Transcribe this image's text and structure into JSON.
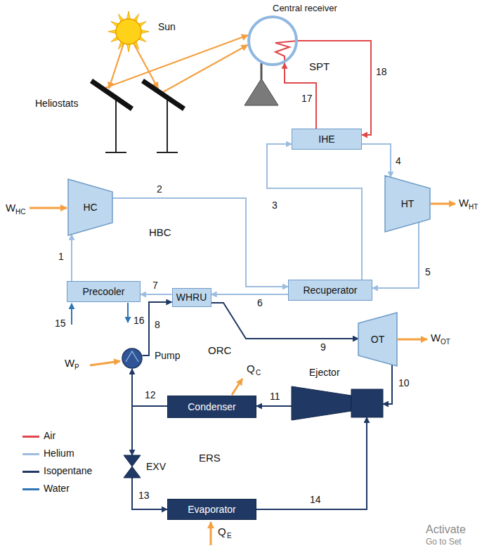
{
  "diagram": {
    "nodes": [
      {
        "text": [
          "Sun"
        ]
      },
      {
        "text": [
          "Central receiver"
        ]
      },
      {
        "text": [
          "Heliostats"
        ]
      },
      {
        "text": [
          "IHE"
        ]
      },
      {
        "text": [
          "HC"
        ]
      },
      {
        "text": [
          "HT"
        ]
      },
      {
        "text": [
          "Recuperator"
        ]
      },
      {
        "text": [
          "Precooler"
        ]
      },
      {
        "text": [
          "WHRU"
        ]
      },
      {
        "text": [
          "Pump"
        ]
      },
      {
        "text": [
          "OT"
        ]
      },
      {
        "text": [
          "Condenser"
        ]
      },
      {
        "text": [
          "Ejector"
        ]
      },
      {
        "text": [
          "EXV"
        ]
      },
      {
        "text": [
          "Evaporator"
        ]
      }
    ],
    "edges": [
      {
        "from": 0,
        "to": 2,
        "arrow": "to"
      },
      {
        "from": 0,
        "to": 2,
        "arrow": "to"
      },
      {
        "from": 2,
        "to": 1,
        "arrow": "to"
      },
      {
        "from": 2,
        "to": 1,
        "arrow": "to"
      },
      {
        "from": 3,
        "to": 1,
        "label": "17",
        "arrow": "to"
      },
      {
        "from": 1,
        "to": 3,
        "label": "18",
        "arrow": "to"
      },
      {
        "from": 7,
        "to": 4,
        "label": "1",
        "arrow": "to"
      },
      {
        "from": 4,
        "to": 6,
        "label": "2",
        "arrow": "to"
      },
      {
        "from": 6,
        "to": 3,
        "label": "3",
        "arrow": "to"
      },
      {
        "from": 3,
        "to": 5,
        "label": "4",
        "arrow": "to"
      },
      {
        "from": 5,
        "to": 6,
        "label": "5",
        "arrow": "to"
      },
      {
        "from": 6,
        "to": 8,
        "label": "6",
        "arrow": "to"
      },
      {
        "from": 8,
        "to": 7,
        "label": "7",
        "arrow": "to"
      },
      {
        "from": 9,
        "to": 8,
        "label": "8",
        "arrow": "to"
      },
      {
        "from": 8,
        "to": 10,
        "label": "9",
        "arrow": "to"
      },
      {
        "from": 10,
        "to": 12,
        "label": "10",
        "arrow": "to"
      },
      {
        "from": 12,
        "to": 11,
        "label": "11",
        "arrow": "to"
      },
      {
        "from": 11,
        "to": 9,
        "label": "12",
        "arrow": "to"
      },
      {
        "from": 11,
        "to": 13,
        "arrow": "to"
      },
      {
        "from": 13,
        "to": 14,
        "label": "13",
        "arrow": "to"
      },
      {
        "from": 14,
        "to": 12,
        "label": "14",
        "arrow": "to"
      }
    ],
    "labels": [
      "SPT",
      "HBC",
      "ORC",
      "ERS",
      "15",
      "16",
      "W",
      "HC",
      "W",
      "HT",
      "W",
      "OT",
      "W",
      "P",
      "Q",
      "C",
      "Q",
      "E",
      "Activate",
      "Go to Set"
    ],
    "legend": [
      {
        "text": "Air",
        "color": "#e0474c"
      },
      {
        "text": "Helium",
        "color": "#9dbde0"
      },
      {
        "text": "Isopentane",
        "color": "#1f3864"
      },
      {
        "text": "Water",
        "color": "#2e75b6"
      }
    ]
  }
}
